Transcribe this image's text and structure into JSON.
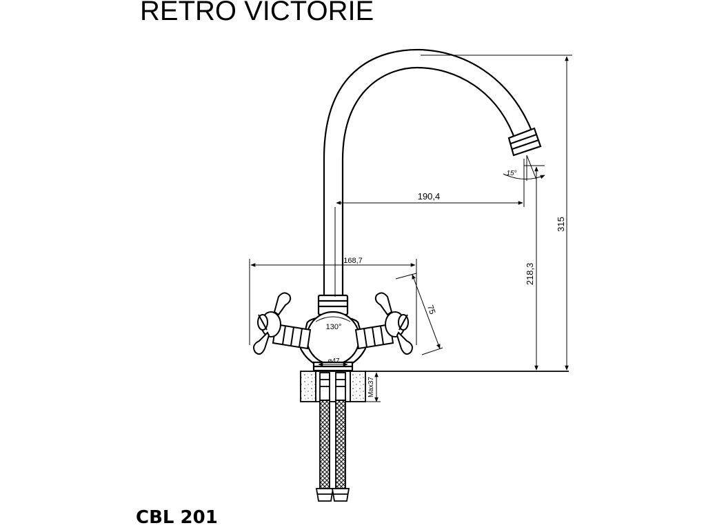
{
  "title": "RETRO VICTORIE",
  "model": "CBL 201",
  "dimensions": {
    "total_height": "315",
    "spout_height": "218,3",
    "spout_reach": "190,4",
    "handle_span": "168,7",
    "handle_length": "75",
    "handle_angle": "130°",
    "spout_angle": "15°",
    "base_diameter": "ø47",
    "max_thickness": "Max37"
  },
  "colors": {
    "line": "#000000",
    "background": "#ffffff"
  }
}
